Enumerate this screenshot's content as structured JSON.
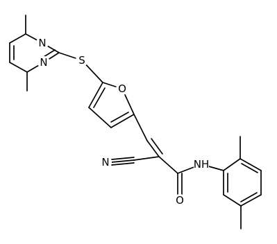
{
  "atoms": {
    "n_pyr_top": "N",
    "n_pyr_bottom": "N",
    "s_thioether": "S",
    "o_furan": "O",
    "n_nitrile": "N",
    "nh_amide": "NH",
    "o_carbonyl": "O"
  },
  "colors": {
    "bond": "#000000",
    "label": "#000000",
    "background": "#ffffff"
  }
}
